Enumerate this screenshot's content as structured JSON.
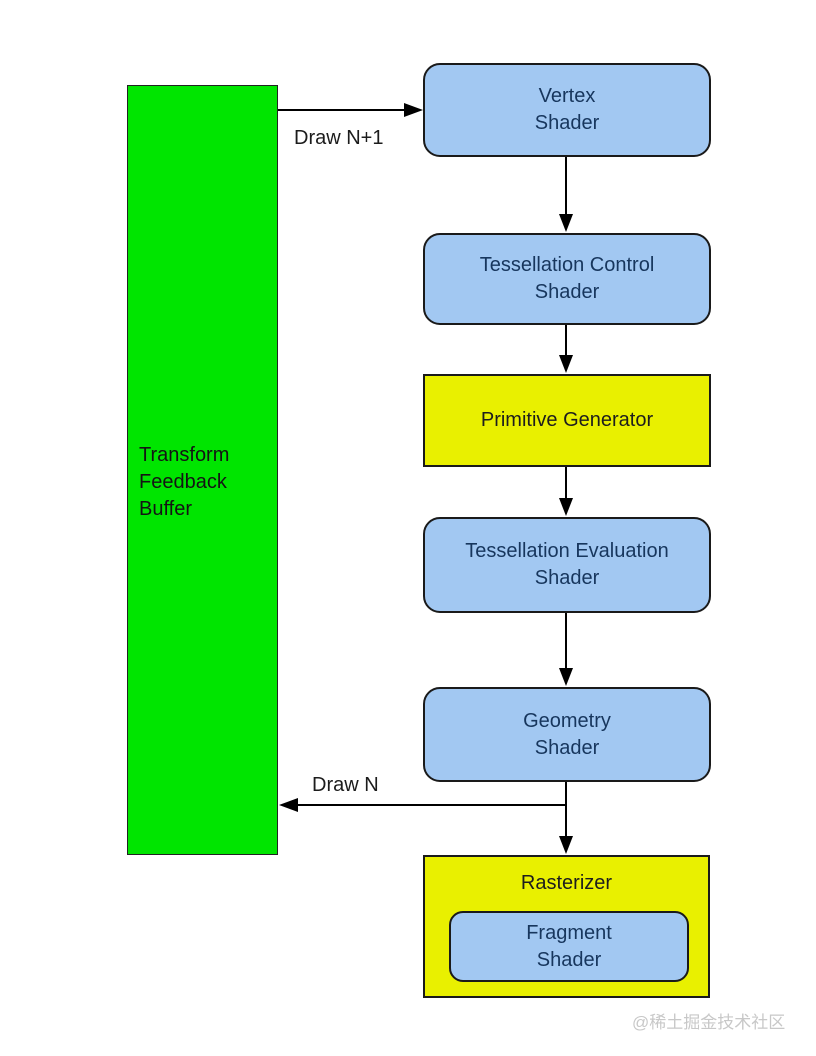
{
  "nodes": {
    "transform_feedback": {
      "line1": "Transform",
      "line2": "Feedback",
      "line3": "Buffer"
    },
    "vertex_shader": {
      "line1": "Vertex",
      "line2": "Shader"
    },
    "tessellation_control": {
      "line1": "Tessellation Control",
      "line2": "Shader"
    },
    "primitive_generator": {
      "label": "Primitive Generator"
    },
    "tessellation_evaluation": {
      "line1": "Tessellation Evaluation",
      "line2": "Shader"
    },
    "geometry_shader": {
      "line1": "Geometry",
      "line2": "Shader"
    },
    "rasterizer": {
      "label": "Rasterizer"
    },
    "fragment_shader": {
      "line1": "Fragment",
      "line2": "Shader"
    }
  },
  "edges": {
    "draw_n_plus_1": "Draw N+1",
    "draw_n": "Draw N"
  },
  "watermark": "@稀土掘金技术社区",
  "colors": {
    "buffer_green": "#00e500",
    "shader_blue": "#a2c8f2",
    "fixed_function_yellow": "#e9f000",
    "shader_text_navy": "#17365d",
    "outline_black": "#1a1a1a",
    "watermark_gray": "#c8c8c8"
  }
}
